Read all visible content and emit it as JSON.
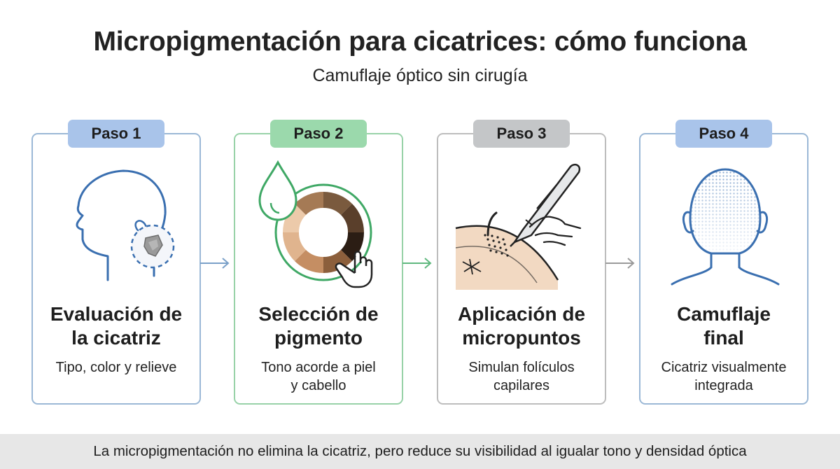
{
  "title": "Micropigmentación para cicatrices: cómo funciona",
  "subtitle": "Camuflaje óptico sin cirugía",
  "steps": [
    {
      "badge": "Paso 1",
      "title_line1": "Evaluación de",
      "title_line2": "la cicatriz",
      "desc_line1": "Tipo, color y relieve",
      "desc_line2": "",
      "icon": "head-profile-scar-icon",
      "accent": "#a9c4ea"
    },
    {
      "badge": "Paso 2",
      "title_line1": "Selección de",
      "title_line2": "pigmento",
      "desc_line1": "Tono acorde a piel",
      "desc_line2": "y cabello",
      "icon": "pigment-color-wheel-icon",
      "accent": "#9bd9ac"
    },
    {
      "badge": "Paso 3",
      "title_line1": "Aplicación de",
      "title_line2": "micropuntos",
      "desc_line1": "Simulan folículos",
      "desc_line2": "capilares",
      "icon": "micropigmentation-pen-icon",
      "accent": "#c4c6c8"
    },
    {
      "badge": "Paso 4",
      "title_line1": "Camuflaje",
      "title_line2": "final",
      "desc_line1": "Cicatriz visualmente",
      "desc_line2": "integrada",
      "icon": "head-back-camouflage-icon",
      "accent": "#a9c4ea"
    }
  ],
  "footer": "La micropigmentación no elimina la cicatriz, pero reduce su visibilidad al igualar tono y densidad óptica"
}
